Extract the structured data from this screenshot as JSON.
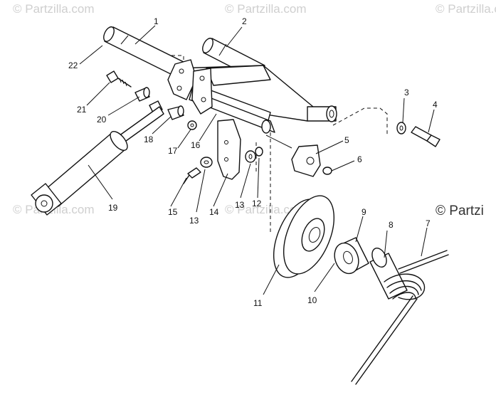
{
  "watermarks": [
    "© Partzilla.com",
    "© Partzilla.com",
    "© Partzilla.com",
    "© Partzilla.com",
    "© Partzilla.com",
    "© Partzi"
  ],
  "callouts": {
    "c1": "1",
    "c2": "2",
    "c3": "3",
    "c4": "4",
    "c5": "5",
    "c6": "6",
    "c7": "7",
    "c8": "8",
    "c9": "9",
    "c10": "10",
    "c11": "11",
    "c12": "12",
    "c13a": "13",
    "c13b": "13",
    "c14": "14",
    "c15": "15",
    "c16": "16",
    "c17": "17",
    "c18": "18",
    "c19": "19",
    "c20": "20",
    "c21": "21",
    "c22": "22"
  }
}
